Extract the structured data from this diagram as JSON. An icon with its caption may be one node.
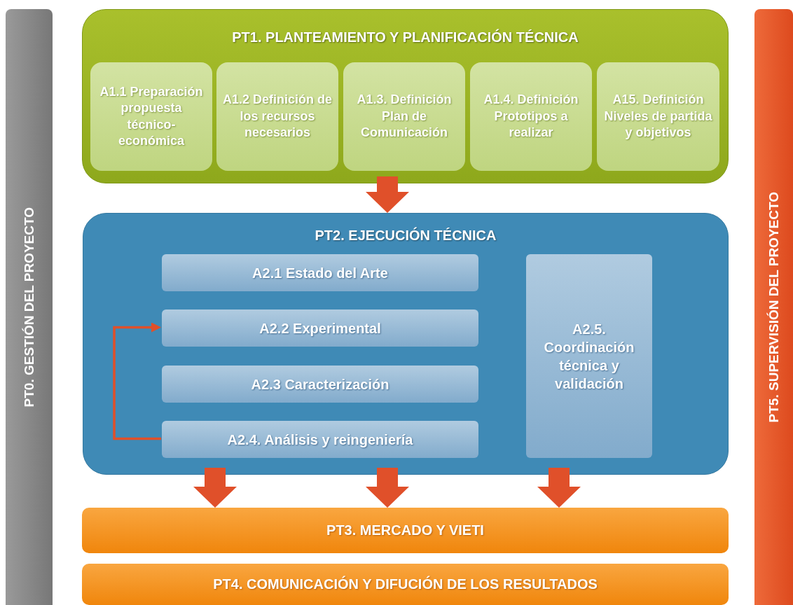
{
  "diagram": {
    "nodes": [
      {
        "text": [
          "PT0. GESTIÓN DEL PROYECTO"
        ]
      },
      {
        "text": [
          "PT1. PLANTEAMIENTO Y PLANIFICACIÓN TÉCNICA"
        ]
      },
      {
        "text": [
          "A1.1 Preparación propuesta técnico-económica"
        ],
        "in": 1
      },
      {
        "text": [
          "A1.2 Definición de los recursos necesarios"
        ],
        "in": 1
      },
      {
        "text": [
          "A1.3. Definición Plan de Comunicación"
        ],
        "in": 1
      },
      {
        "text": [
          "A1.4. Definición Prototipos a realizar"
        ],
        "in": 1
      },
      {
        "text": [
          "A15. Definición Niveles de partida y objetivos"
        ],
        "in": 1
      },
      {
        "text": [
          "PT2. EJECUCIÓN TÉCNICA"
        ]
      },
      {
        "text": [
          "A2.1 Estado del Arte"
        ],
        "in": 7
      },
      {
        "text": [
          "A2.2 Experimental"
        ],
        "in": 7
      },
      {
        "text": [
          "A2.3 Caracterización"
        ],
        "in": 7
      },
      {
        "text": [
          "A2.4. Análisis y reingeniería"
        ],
        "in": 7
      },
      {
        "text": [
          "A2.5. Coordinación técnica y validación"
        ],
        "in": 7
      },
      {
        "text": [
          "PT3. MERCADO Y VIETI"
        ]
      },
      {
        "text": [
          "PT4. COMUNICACIÓN Y DIFUCIÓN DE LOS RESULTADOS"
        ]
      },
      {
        "text": [
          "PT5. SUPERVISIÓN DEL PROYECTO"
        ]
      }
    ],
    "edges": [
      {
        "from": 1,
        "to": 7,
        "arrow": "to"
      },
      {
        "from": 11,
        "to": 9,
        "arrow": "to"
      },
      {
        "from": 7,
        "to": 13,
        "arrow": "to"
      },
      {
        "from": 7,
        "to": 13,
        "arrow": "to"
      },
      {
        "from": 7,
        "to": 13,
        "arrow": "to"
      }
    ]
  }
}
